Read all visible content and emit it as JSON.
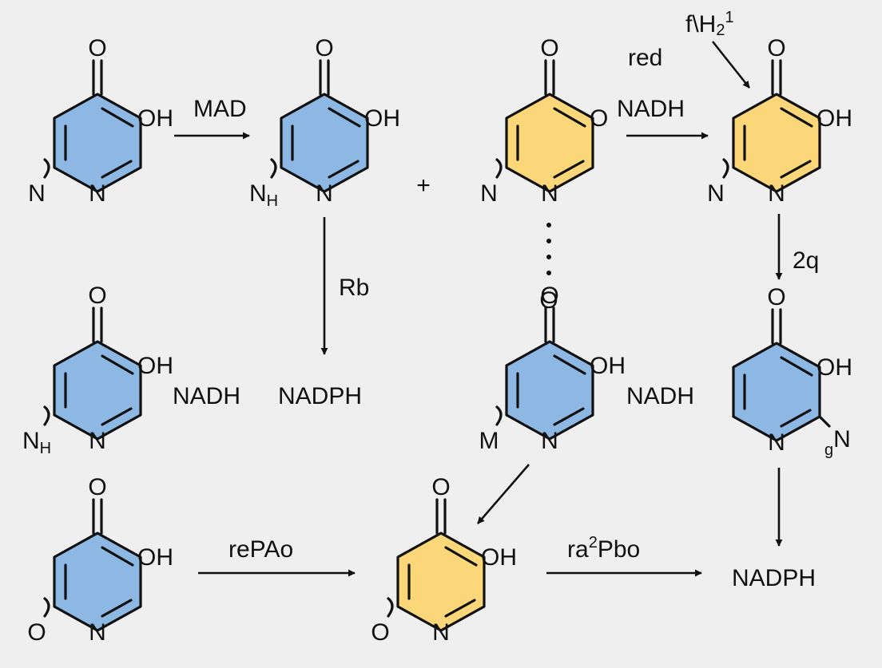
{
  "colors": {
    "blue": "#8db8e4",
    "yellow": "#fbd77a",
    "ink": "#111111",
    "background": "#efefef"
  },
  "rings": [
    {
      "id": "ring-1",
      "fill": "blue",
      "top": "O",
      "right": "OH",
      "left": "N",
      "left_sub": "",
      "bottom": "N",
      "right_extra": "",
      "right_extra_sub": ""
    },
    {
      "id": "ring-2",
      "fill": "blue",
      "top": "O",
      "right": "OH",
      "left": "N",
      "left_sub": "H",
      "bottom": "N",
      "right_extra": "",
      "right_extra_sub": ""
    },
    {
      "id": "ring-3",
      "fill": "yellow",
      "top": "O",
      "right": "O",
      "left": "N",
      "left_sub": "",
      "bottom": "N",
      "right_extra": "",
      "right_extra_sub": ""
    },
    {
      "id": "ring-4",
      "fill": "yellow",
      "top": "O",
      "right": "OH",
      "left": "N",
      "left_sub": "",
      "bottom": "N",
      "right_extra": "",
      "right_extra_sub": ""
    },
    {
      "id": "ring-5",
      "fill": "blue",
      "top": "O",
      "right": "OH",
      "left": "N",
      "left_sub": "H",
      "bottom": "N",
      "right_extra": "",
      "right_extra_sub": ""
    },
    {
      "id": "ring-6",
      "fill": "blue",
      "top": "O",
      "right": "OH",
      "left": "M",
      "left_sub": "",
      "bottom": "N",
      "right_extra": "",
      "right_extra_sub": ""
    },
    {
      "id": "ring-7",
      "fill": "blue",
      "top": "O",
      "right": "OH",
      "left": "",
      "left_sub": "",
      "bottom": "N",
      "right_extra": "N",
      "right_extra_sub": "g"
    },
    {
      "id": "ring-8",
      "fill": "blue",
      "top": "O",
      "right": "OH",
      "left": "O",
      "left_sub": "",
      "bottom": "N",
      "right_extra": "",
      "right_extra_sub": ""
    },
    {
      "id": "ring-9",
      "fill": "yellow",
      "top": "O",
      "right": "OH",
      "left": "O",
      "left_sub": "",
      "bottom": "N",
      "right_extra": "",
      "right_extra_sub": ""
    }
  ],
  "labels": {
    "mad": "MAD",
    "red": "red",
    "nadh_top": "NADH",
    "fh2_main": "f\\H",
    "fh2_sub": "2",
    "fh2_sup": "1",
    "plus": "+",
    "rb": "Rb",
    "q2": "2q",
    "nadh_mid_left": "NADH",
    "nadph_mid": "NADPH",
    "nadh_mid_right": "NADH",
    "repao": "rePAo",
    "ra2pbo_prefix": "ra",
    "ra2pbo_sup": "2",
    "ra2pbo_suffix": "Pbo",
    "nadph_bottom": "NADPH",
    "dotted_o": "O"
  }
}
